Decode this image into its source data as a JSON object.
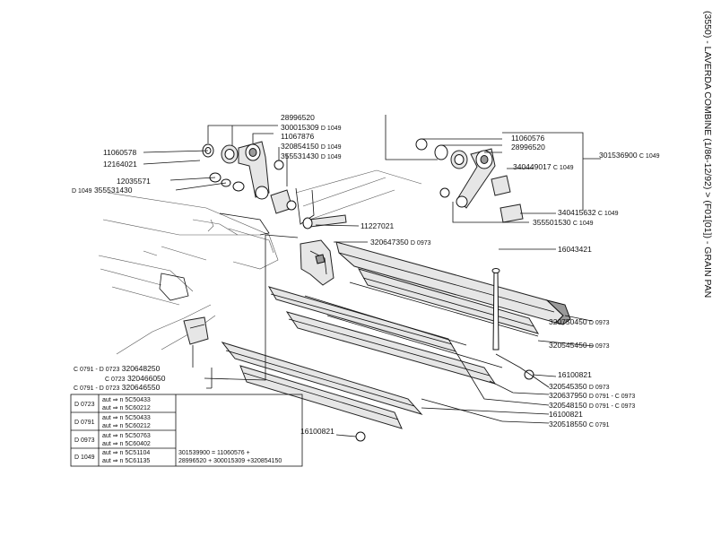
{
  "side_title": "(3550) - LAVERDA COMBINE (1/86-12/92) > (F01[01]) - GRAIN PAN",
  "left_group": [
    {
      "part": "28996520",
      "code": ""
    },
    {
      "part": "300015309",
      "code": "D 1049"
    },
    {
      "part": "11067876",
      "code": ""
    },
    {
      "part": "320854150",
      "code": "D 1049"
    },
    {
      "part": "355531430",
      "code": "D 1049"
    }
  ],
  "left_side": [
    {
      "part": "11060578",
      "code": ""
    },
    {
      "part": "12164021",
      "code": ""
    },
    {
      "part": "12035571",
      "code": ""
    },
    {
      "part": "355531430",
      "code": "D 1049"
    }
  ],
  "right_group": [
    {
      "part": "11060576",
      "code": ""
    },
    {
      "part": "28996520",
      "code": ""
    },
    {
      "part": "340449017",
      "code": "C 1049"
    },
    {
      "part": "340415632",
      "code": "C 1049"
    },
    {
      "part": "355501530",
      "code": "C 1049"
    }
  ],
  "right_group_total": {
    "part": "301536900",
    "code": "C 1049"
  },
  "center_labels": [
    {
      "part": "11227021",
      "code": ""
    },
    {
      "part": "320647350",
      "code": "D 0973"
    },
    {
      "part": "16043421",
      "code": ""
    }
  ],
  "right_labels": [
    {
      "part": "320750450",
      "code": "D 0973"
    },
    {
      "part": "320545450",
      "code": "D 0973"
    },
    {
      "part": "16100821",
      "code": ""
    },
    {
      "part": "320545350",
      "code": "D 0973"
    },
    {
      "part": "320637950",
      "code": "D 0791 - C 0973"
    },
    {
      "part": "320548150",
      "code": "D 0791 - C 0973"
    },
    {
      "part": "16100821",
      "code": ""
    },
    {
      "part": "320518550",
      "code": "C 0791"
    }
  ],
  "left_labels": [
    {
      "code": "C 0791 - D 0723",
      "part": "320648250"
    },
    {
      "code": "C 0723",
      "part": "320466050"
    },
    {
      "code": "C 0791 - D 0723",
      "part": "320646550"
    }
  ],
  "bottom_label": {
    "part": "16100821"
  },
  "table": [
    {
      "code": "D 0723",
      "rows": [
        [
          "aut",
          "n",
          "5C50433"
        ],
        [
          "aut",
          "n",
          "5C60212"
        ]
      ]
    },
    {
      "code": "D 0791",
      "rows": [
        [
          "aut",
          "n",
          "5C50433"
        ],
        [
          "aut",
          "n",
          "5C60212"
        ]
      ]
    },
    {
      "code": "D 0973",
      "rows": [
        [
          "aut",
          "n",
          "5C50763"
        ],
        [
          "aut",
          "n",
          "5C60402"
        ]
      ]
    },
    {
      "code": "D 1049",
      "rows": [
        [
          "aut",
          "n",
          "5C51104"
        ],
        [
          "aut",
          "n",
          "5C61135"
        ]
      ]
    }
  ],
  "table_note": [
    "301539900 = 11060576 +",
    "28996520 + 300015309 +320854150"
  ]
}
